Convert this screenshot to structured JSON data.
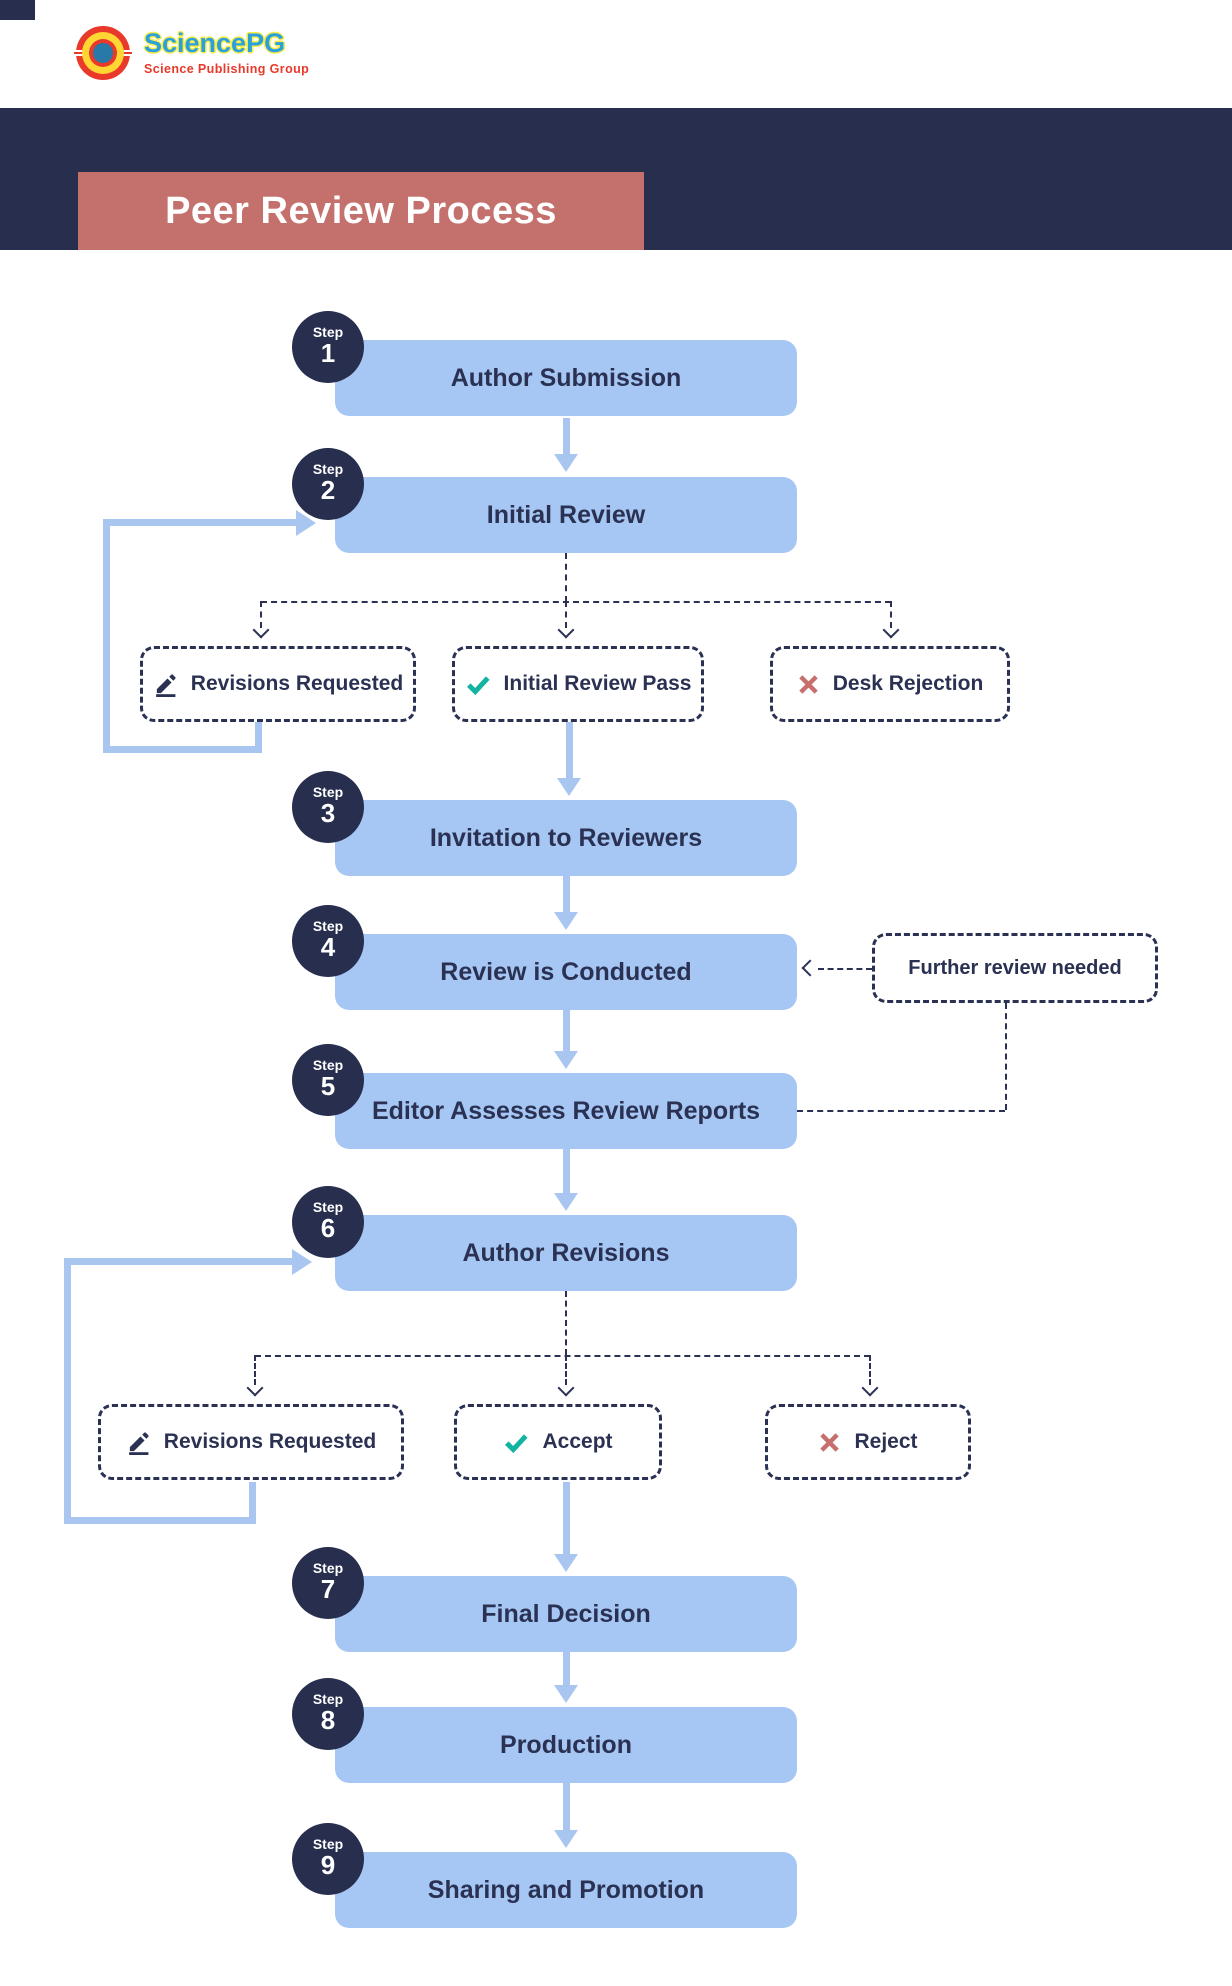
{
  "colors": {
    "navy": "#272e4e",
    "text": "#2a3152",
    "flow": "#a6c7f4",
    "arrow": "#a9c6f1",
    "salmon": "#c4706c",
    "teal": "#13b3a1",
    "rose": "#c66f6d"
  },
  "header": {
    "brand": "SciencePG",
    "tagline": "Science Publishing Group",
    "title": "Peer Review Process"
  },
  "steps": [
    {
      "label": "Step",
      "number": "1",
      "title": "Author Submission"
    },
    {
      "label": "Step",
      "number": "2",
      "title": "Initial Review"
    },
    {
      "label": "Step",
      "number": "3",
      "title": "Invitation to Reviewers"
    },
    {
      "label": "Step",
      "number": "4",
      "title": "Review is Conducted"
    },
    {
      "label": "Step",
      "number": "5",
      "title": "Editor Assesses Review Reports"
    },
    {
      "label": "Step",
      "number": "6",
      "title": "Author Revisions"
    },
    {
      "label": "Step",
      "number": "7",
      "title": "Final Decision"
    },
    {
      "label": "Step",
      "number": "8",
      "title": "Production"
    },
    {
      "label": "Step",
      "number": "9",
      "title": "Sharing and Promotion"
    }
  ],
  "outcomes_initial_review": [
    {
      "label": "Revisions Requested",
      "icon": "pencil-icon"
    },
    {
      "label": "Initial Review Pass",
      "icon": "check-icon"
    },
    {
      "label": "Desk Rejection",
      "icon": "x-icon"
    }
  ],
  "outcomes_author_revisions": [
    {
      "label": "Revisions Requested",
      "icon": "pencil-icon"
    },
    {
      "label": "Accept",
      "icon": "check-icon"
    },
    {
      "label": "Reject",
      "icon": "x-icon"
    }
  ],
  "note_further_review": "Further review needed"
}
